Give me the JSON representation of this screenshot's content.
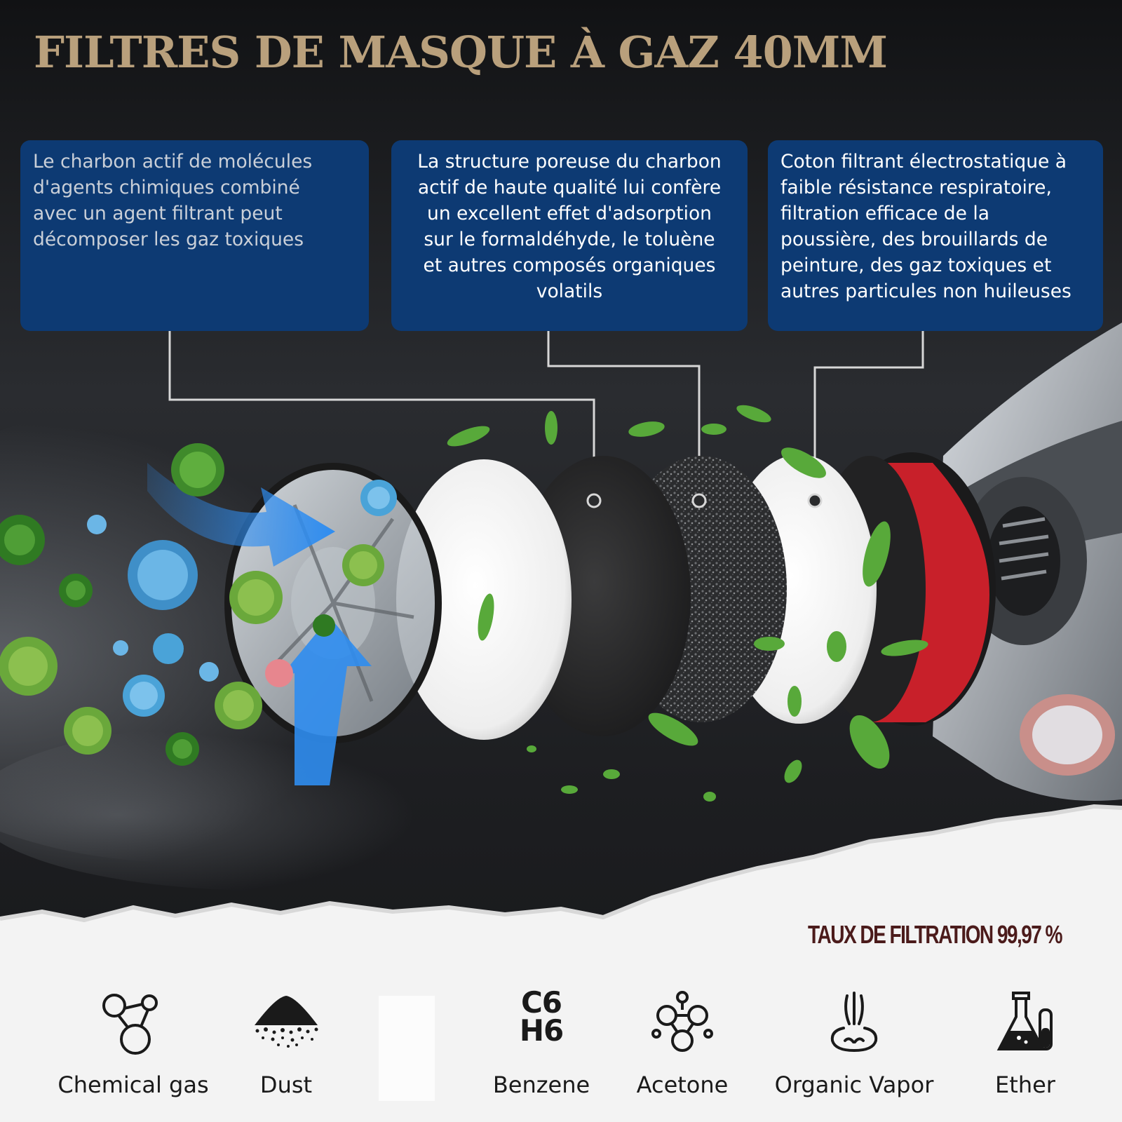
{
  "title": "FILTRES DE MASQUE À GAZ 40MM",
  "info_boxes": [
    {
      "lines": [
        "Le charbon actif de molécules",
        "d'agents chimiques combiné",
        "avec un agent filtrant peut",
        "décomposer les gaz toxiques"
      ]
    },
    {
      "lines": [
        "La structure poreuse du charbon",
        "actif de haute qualité lui confère",
        "un excellent effet d'adsorption",
        "sur le formaldéhyde, le toluène",
        "et autres composés organiques",
        "volatils"
      ]
    },
    {
      "lines": [
        "Coton filtrant électrostatique à",
        "faible résistance respiratoire,",
        "filtration efficace de la",
        "poussière, des brouillards de",
        "peinture, des gaz toxiques et",
        "autres particules non huileuses"
      ]
    }
  ],
  "filtration_rate": "TAUX DE FILTRATION 99,97 %",
  "protections": [
    {
      "label": "Chemical gas",
      "icon": "molecule-chain-icon"
    },
    {
      "label": "Dust",
      "icon": "dust-pile-icon"
    },
    {
      "label": "Benzene",
      "icon": "benzene-formula-icon",
      "formula_top": "C6",
      "formula_bottom": "H6"
    },
    {
      "label": "Acetone",
      "icon": "molecule-cluster-icon"
    },
    {
      "label": "Organic Vapor",
      "icon": "nose-vapor-icon"
    },
    {
      "label": "Ether",
      "icon": "lab-flask-icon"
    }
  ],
  "colors": {
    "title": "#b9a07c",
    "info_box_bg": "#0d3a73",
    "info_box_text": "#ffffff",
    "info_box_1_text": "#c9cfd8",
    "connector": "#d7d7d7",
    "filtration_text": "#4b1b1b",
    "label_text": "#1a1a1a",
    "arrow": "#2f8df0",
    "leaf": "#58a93a",
    "virus_green": "#3f8a2b",
    "virus_blue": "#4aa3d8",
    "cartridge_red": "#c8202a",
    "paper": "#f3f3f3"
  }
}
